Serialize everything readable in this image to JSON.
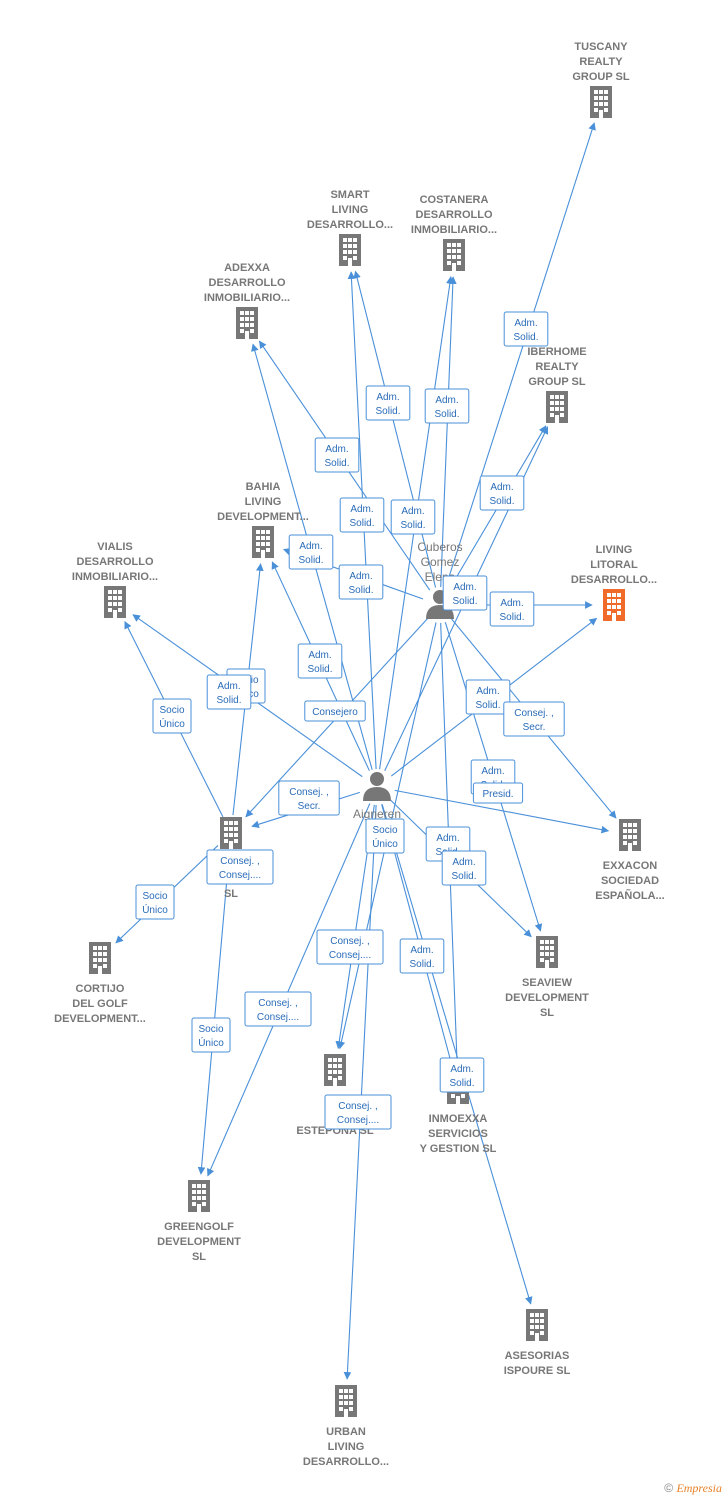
{
  "colors": {
    "edge": "#4a90d9",
    "building": "#777777",
    "highlight": "#f06a2a",
    "text": "#777777"
  },
  "people": [
    {
      "id": "cuberos",
      "lines": [
        "Cuberos",
        "Gomez",
        "Elena"
      ]
    },
    {
      "id": "aigneren",
      "lines": [
        "Aigneren",
        "L",
        "Ga"
      ]
    }
  ],
  "companies": [
    {
      "id": "tuscany",
      "lines": [
        "TUSCANY",
        "REALTY",
        "GROUP  SL"
      ],
      "highlight": false
    },
    {
      "id": "smart",
      "lines": [
        "SMART",
        "LIVING",
        "DESARROLLO..."
      ],
      "highlight": false
    },
    {
      "id": "costanera",
      "lines": [
        "COSTANERA",
        "DESARROLLO",
        "INMOBILIARIO..."
      ],
      "highlight": false
    },
    {
      "id": "adexxa",
      "lines": [
        "ADEXXA",
        "DESARROLLO",
        "INMOBILIARIO..."
      ],
      "highlight": false
    },
    {
      "id": "iberhome",
      "lines": [
        "IBERHOME",
        "REALTY",
        "GROUP  SL"
      ],
      "highlight": false
    },
    {
      "id": "bahia",
      "lines": [
        "BAHIA",
        "LIVING",
        "DEVELOPMENT..."
      ],
      "highlight": false
    },
    {
      "id": "vialis",
      "lines": [
        "VIALIS",
        "DESARROLLO",
        "INMOBILIARIO..."
      ],
      "highlight": false
    },
    {
      "id": "living",
      "lines": [
        "LIVING",
        "LITORAL",
        "DESARROLLO..."
      ],
      "highlight": true
    },
    {
      "id": "ibe",
      "lines": [
        "IBE",
        "INV",
        "SL"
      ],
      "highlight": false
    },
    {
      "id": "exxacon",
      "lines": [
        "EXXACON",
        "SOCIEDAD",
        "ESPAÑOLA..."
      ],
      "highlight": false
    },
    {
      "id": "cortijo",
      "lines": [
        "CORTIJO",
        "DEL GOLF",
        "DEVELOPMENT..."
      ],
      "highlight": false
    },
    {
      "id": "seaview",
      "lines": [
        "SEAVIEW",
        "DEVELOPMENT",
        "SL"
      ],
      "highlight": false
    },
    {
      "id": "mir",
      "lines": [
        "MIR",
        "G",
        "ESTEPONA  SL"
      ],
      "highlight": false
    },
    {
      "id": "inmoexxa",
      "lines": [
        "INMOEXXA",
        "SERVICIOS",
        "Y GESTION  SL"
      ],
      "highlight": false
    },
    {
      "id": "greengolf",
      "lines": [
        "GREENGOLF",
        "DEVELOPMENT",
        "SL"
      ],
      "highlight": false
    },
    {
      "id": "asesorias",
      "lines": [
        "ASESORIAS",
        "ISPOURE  SL"
      ],
      "highlight": false
    },
    {
      "id": "urban",
      "lines": [
        "URBAN",
        "LIVING",
        "DESARROLLO..."
      ],
      "highlight": false
    }
  ],
  "relations": [
    {
      "lines": [
        "Adm.",
        "Solid."
      ]
    },
    {
      "lines": [
        "Adm.",
        "Solid."
      ]
    },
    {
      "lines": [
        "Adm.",
        "Solid."
      ]
    },
    {
      "lines": [
        "Adm.",
        "Solid."
      ]
    },
    {
      "lines": [
        "Adm.",
        "Solid."
      ]
    },
    {
      "lines": [
        "Adm.",
        "Solid."
      ]
    },
    {
      "lines": [
        "Adm.",
        "Solid."
      ]
    },
    {
      "lines": [
        "Adm.",
        "Solid."
      ]
    },
    {
      "lines": [
        "Adm.",
        "Solid."
      ]
    },
    {
      "lines": [
        "Adm.",
        "Solid."
      ]
    },
    {
      "lines": [
        "Adm.",
        "Solid."
      ]
    },
    {
      "lines": [
        "Adm.",
        "Solid."
      ]
    },
    {
      "lines": [
        "Socio",
        "Único"
      ]
    },
    {
      "lines": [
        "Socio",
        "Único"
      ]
    },
    {
      "lines": [
        "Consejero"
      ]
    },
    {
      "lines": [
        "Adm.",
        "Solid."
      ]
    },
    {
      "lines": [
        "Consej. ,",
        "Secr."
      ]
    },
    {
      "lines": [
        "Adm.",
        "Solid."
      ]
    },
    {
      "lines": [
        "Consej. ,",
        "Secr."
      ]
    },
    {
      "lines": [
        "Socio",
        "Único"
      ]
    },
    {
      "lines": [
        "Adm.",
        "Solid."
      ]
    },
    {
      "lines": [
        "Adm.",
        "Solid."
      ]
    },
    {
      "lines": [
        "Consej. ,",
        "Consej...."
      ]
    },
    {
      "lines": [
        "Socio",
        "Único"
      ]
    },
    {
      "lines": [
        "Consej. ,",
        "Consej...."
      ]
    },
    {
      "lines": [
        "Adm.",
        "Solid."
      ]
    },
    {
      "lines": [
        "Consej. ,",
        "Consej...."
      ]
    },
    {
      "lines": [
        "Socio",
        "Único"
      ]
    },
    {
      "lines": [
        "Adm.",
        "Solid."
      ]
    },
    {
      "lines": [
        "Consej. ,",
        "Consej...."
      ]
    },
    {
      "lines": [
        "Presid."
      ]
    },
    {
      "lines": [
        "Adm.",
        "Solid."
      ]
    }
  ],
  "footer": {
    "copyright": "©",
    "brand": "Empresia"
  }
}
